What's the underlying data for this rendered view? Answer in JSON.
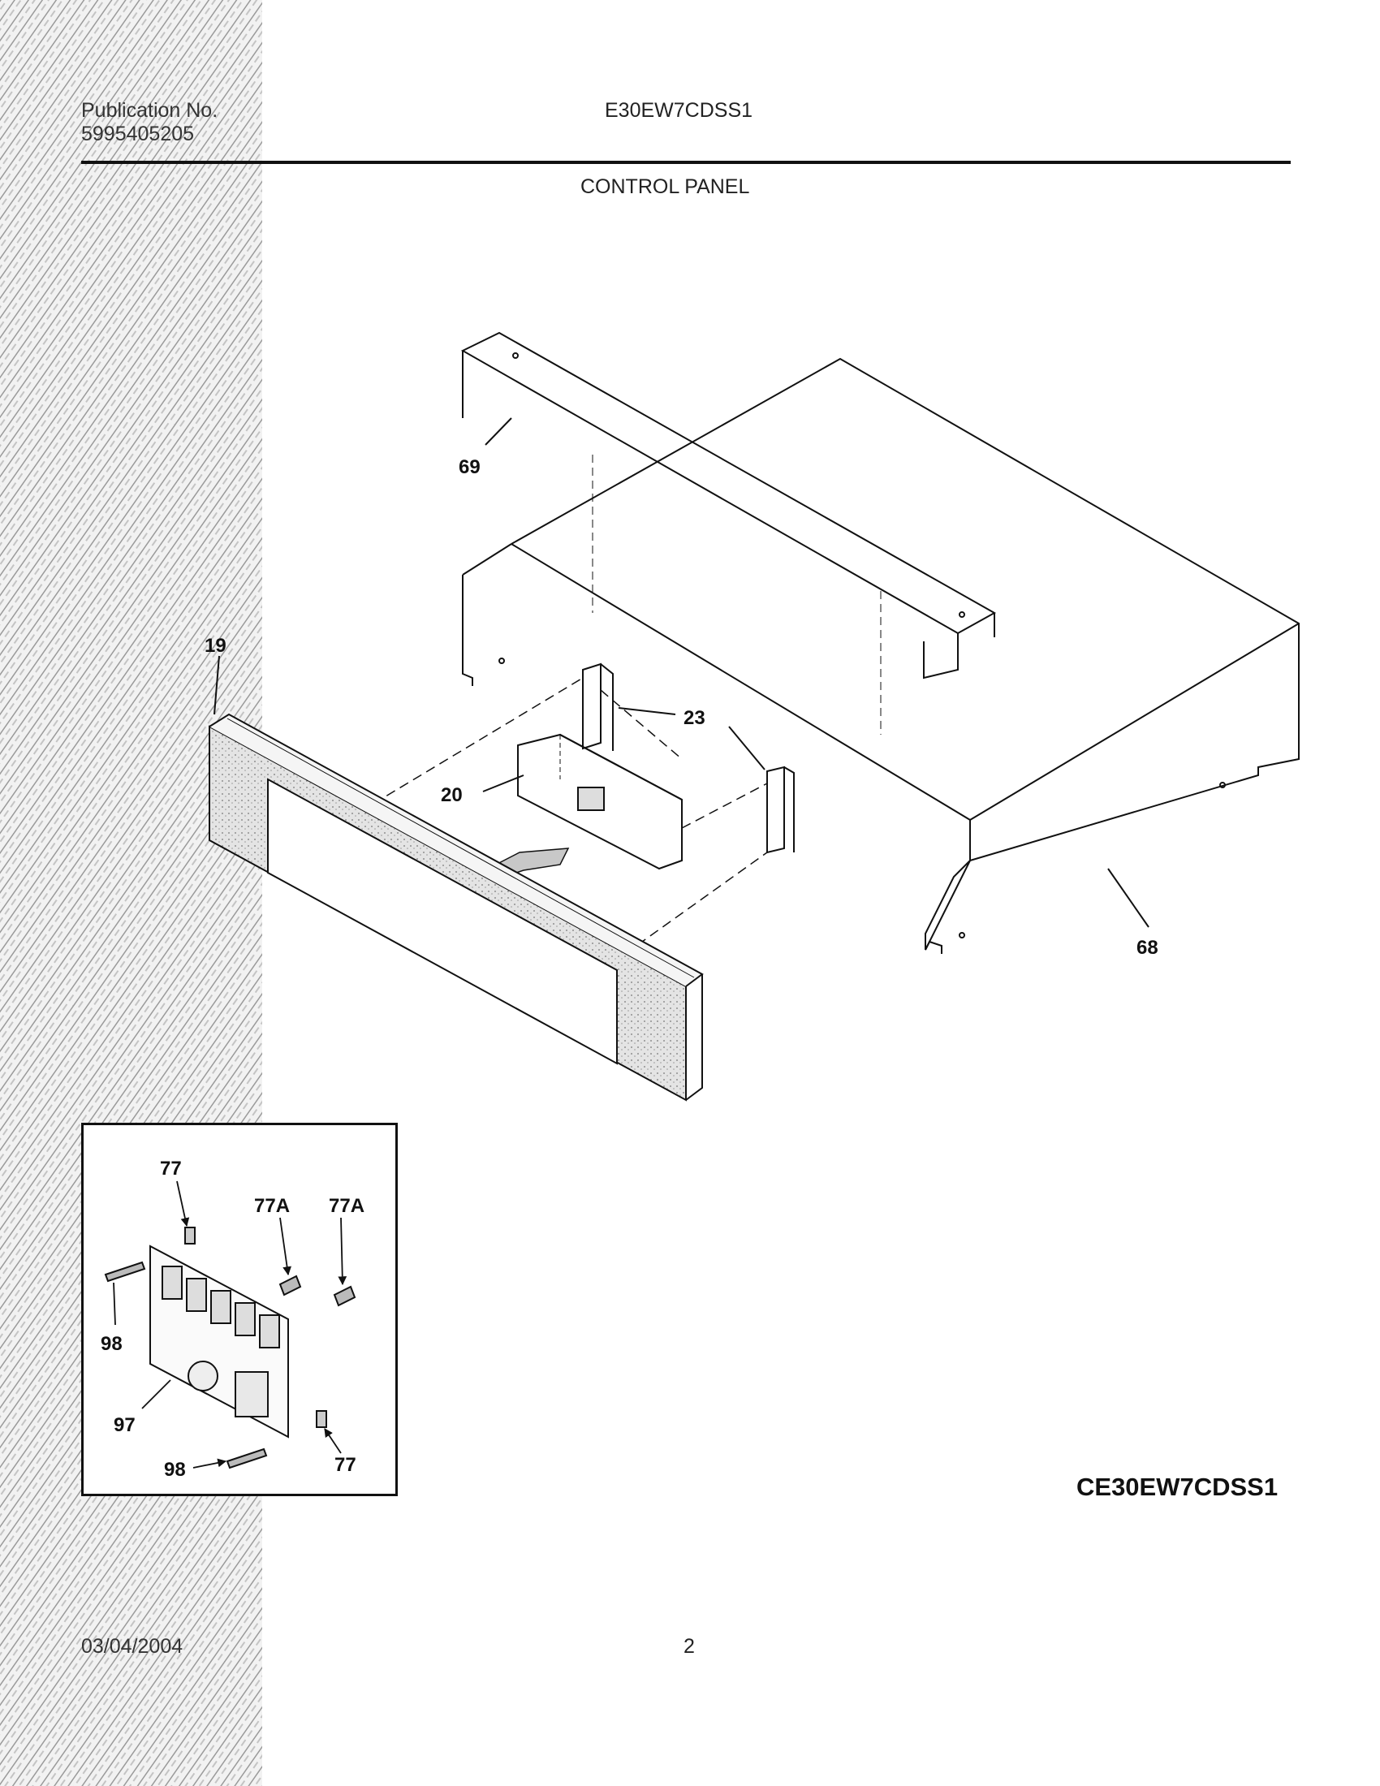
{
  "header": {
    "publication_label": "Publication No.",
    "publication_number": "5995405205",
    "model": "E30EW7CDSS1",
    "section_title": "CONTROL PANEL"
  },
  "main_callouts": {
    "c69": "69",
    "c19": "19",
    "c23": "23",
    "c20": "20",
    "c68": "68"
  },
  "inset_callouts": {
    "c77_top": "77",
    "c77a_left": "77A",
    "c77a_right": "77A",
    "c98_left": "98",
    "c97": "97",
    "c98_bottom": "98",
    "c77_bottom": "77"
  },
  "catalog_code": "CE30EW7CDSS1",
  "footer": {
    "date": "03/04/2004",
    "page": "2"
  }
}
